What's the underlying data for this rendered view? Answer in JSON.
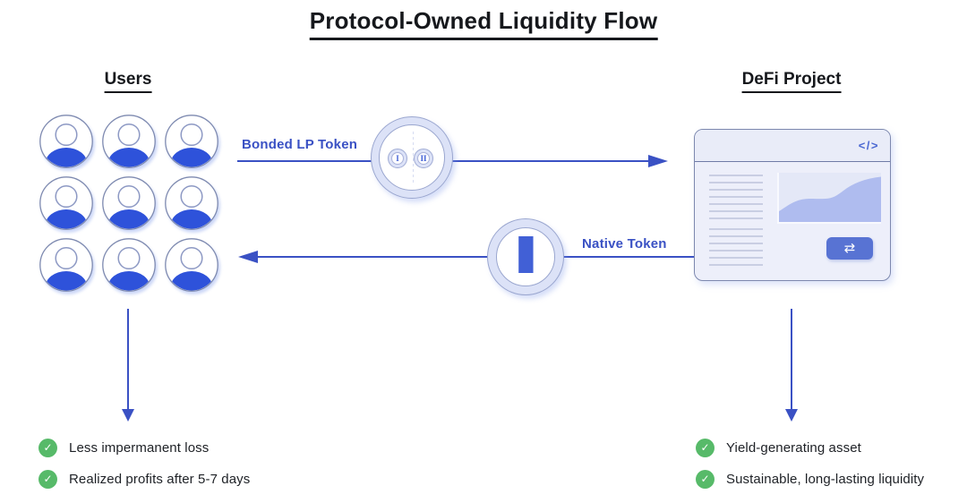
{
  "title": "Protocol-Owned Liquidity Flow",
  "colors": {
    "accent": "#3a51c4",
    "avatarblue": "#2e52da",
    "coinring": "#dce2f7",
    "numeral": "#4160d6",
    "green": "#57ba69",
    "winbg": "#edeffa",
    "chartfill": "#afbcef",
    "swapbtn": "#5873d3"
  },
  "icons": {
    "check": "✓",
    "code": "</>",
    "swap": "⇄"
  },
  "users": {
    "header": "Users",
    "avatar_count": 9,
    "checklist": [
      "Less impermanent loss",
      "Realized profits after 5-7 days"
    ]
  },
  "defi": {
    "header": "DeFi Project",
    "checklist": [
      "Yield-generating asset",
      "Sustainable, long-lasting liquidity"
    ]
  },
  "flows": {
    "bonded": {
      "label": "Bonded LP Token",
      "coins": [
        "I",
        "II"
      ]
    },
    "native": {
      "label": "Native Token",
      "coin": "I"
    }
  }
}
